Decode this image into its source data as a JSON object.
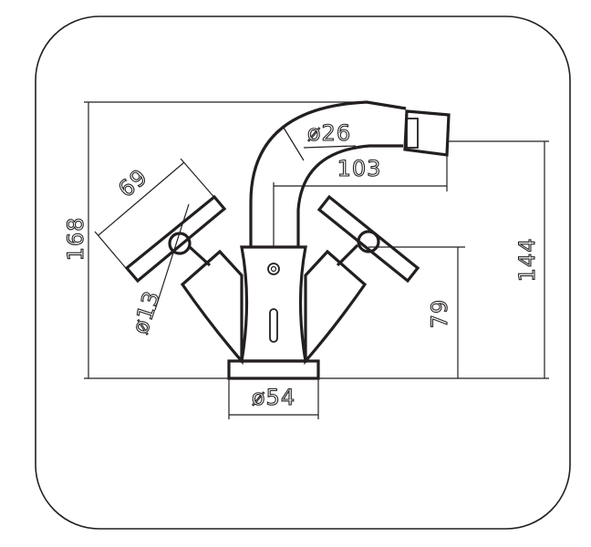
{
  "drawing": {
    "colors": {
      "line": "#231f20",
      "background": "#ffffff"
    },
    "dimensions": {
      "overall_height": "168",
      "spout_height": "144",
      "spout_reach": "103",
      "spout_diameter": "ø26",
      "handle_length": "69",
      "handle_diameter": "ø13",
      "body_height": "79",
      "base_diameter": "ø54"
    }
  }
}
